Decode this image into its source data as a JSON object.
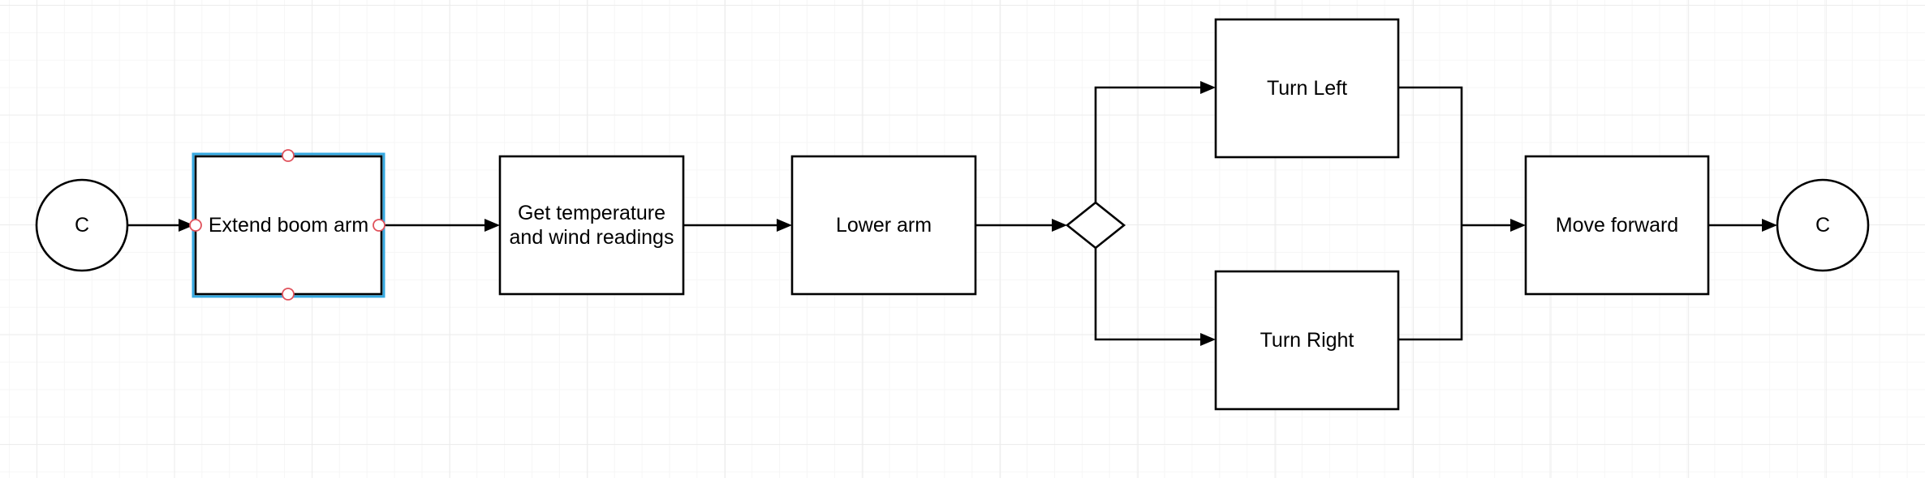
{
  "diagram": {
    "nodes": {
      "start": {
        "label": "C",
        "shape": "circle"
      },
      "extend": {
        "label": "Extend boom arm",
        "shape": "rectangle",
        "selected": true
      },
      "readings": {
        "label": "Get temperature\nand wind readings",
        "shape": "rectangle"
      },
      "lower": {
        "label": "Lower arm",
        "shape": "rectangle"
      },
      "decision": {
        "label": "",
        "shape": "diamond"
      },
      "left": {
        "label": "Turn Left",
        "shape": "rectangle"
      },
      "right": {
        "label": "Turn Right",
        "shape": "rectangle"
      },
      "forward": {
        "label": "Move forward",
        "shape": "rectangle"
      },
      "end": {
        "label": "C",
        "shape": "circle"
      }
    },
    "edges": [
      {
        "from": "start",
        "to": "extend"
      },
      {
        "from": "extend",
        "to": "readings"
      },
      {
        "from": "readings",
        "to": "lower"
      },
      {
        "from": "lower",
        "to": "decision"
      },
      {
        "from": "decision",
        "to": "left"
      },
      {
        "from": "decision",
        "to": "right"
      },
      {
        "from": "left",
        "to": "forward"
      },
      {
        "from": "right",
        "to": "forward"
      },
      {
        "from": "forward",
        "to": "end"
      }
    ]
  },
  "colors": {
    "stroke": "#000000",
    "fill": "#ffffff",
    "selection": "#36a9e1",
    "handle": "#e0525c",
    "grid_major": "#ececec",
    "grid_minor": "#f6f6f6"
  }
}
